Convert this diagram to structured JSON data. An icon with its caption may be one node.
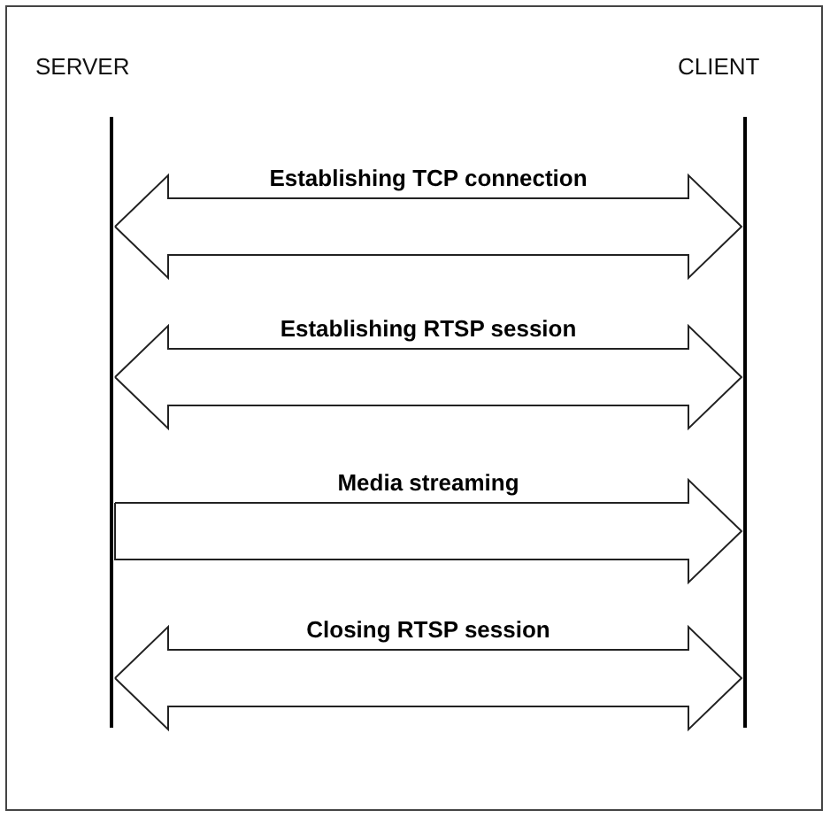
{
  "diagram": {
    "nodes": [
      {
        "text": [
          "SERVER"
        ]
      },
      {
        "text": [
          "CLIENT"
        ]
      }
    ],
    "edges": [
      {
        "from": 0,
        "to": 1,
        "arrow": "both",
        "label": "Establishing TCP connection"
      },
      {
        "from": 0,
        "to": 1,
        "arrow": "both",
        "label": "Establishing RTSP session"
      },
      {
        "from": 0,
        "to": 1,
        "arrow": "to",
        "label": "Media streaming"
      },
      {
        "from": 0,
        "to": 1,
        "arrow": "both",
        "label": "Closing RTSP session"
      }
    ]
  }
}
